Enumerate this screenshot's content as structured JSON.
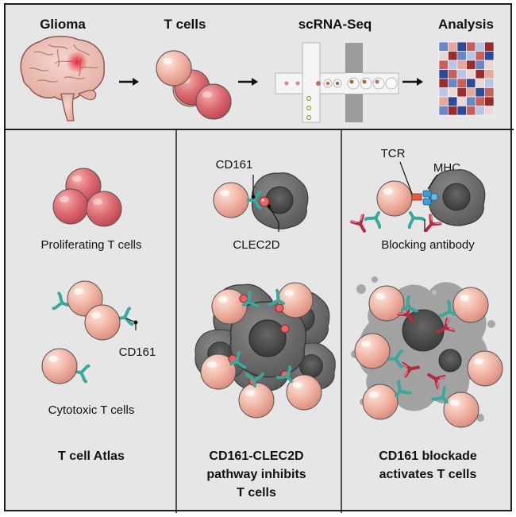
{
  "top": {
    "steps": [
      "Glioma",
      "T cells",
      "scRNA-Seq",
      "Analysis"
    ]
  },
  "panel1": {
    "proliferating_label": "Proliferating T cells",
    "cd161_label": "CD161",
    "cytotoxic_label": "Cytotoxic T cells",
    "caption": "T cell Atlas"
  },
  "panel2": {
    "cd161_label": "CD161",
    "clec2d_label": "CLEC2D",
    "caption_line1": "CD161-CLEC2D",
    "caption_line2": "pathway inhibits",
    "caption_line3": "T cells"
  },
  "panel3": {
    "tcr_label": "TCR",
    "mhc_label": "MHC",
    "antibody_label": "Blocking antibody",
    "caption_line1": "CD161 blockade",
    "caption_line2": "activates T cells"
  },
  "colors": {
    "tcell": "#e8a393",
    "tcell_dark": "#c94e5a",
    "tumor": "#6a6a6a",
    "receptor": "#3aa89a",
    "antibody": "#b52a3c",
    "mhc": "#3a9ed8"
  }
}
